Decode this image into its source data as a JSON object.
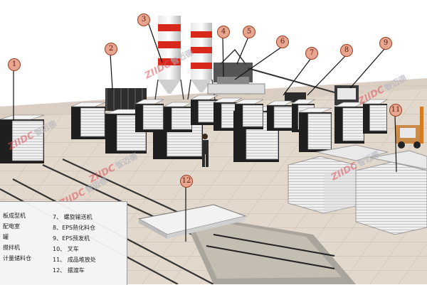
{
  "markers": [
    {
      "id": "1",
      "label": "1"
    },
    {
      "id": "2",
      "label": "2"
    },
    {
      "id": "3",
      "label": "3"
    },
    {
      "id": "4",
      "label": "4"
    },
    {
      "id": "5",
      "label": "5"
    },
    {
      "id": "6",
      "label": "6"
    },
    {
      "id": "7",
      "label": "7"
    },
    {
      "id": "8",
      "label": "8"
    },
    {
      "id": "9",
      "label": "9"
    },
    {
      "id": "11",
      "label": "11"
    },
    {
      "id": "12",
      "label": "12"
    }
  ],
  "watermark": {
    "brand": "ZIIDC",
    "cn": "智迈德"
  },
  "legend": {
    "left": [
      "板成型机",
      "配电室",
      "罐",
      "搅拌机",
      "计量储料仓"
    ],
    "right": [
      "7、 螺旋输送机",
      "8、EPS熟化料仓",
      "9、EPS预发机",
      "10、 叉车",
      "11、 成品堆放处",
      "12、 摆渡车"
    ]
  },
  "colors": {
    "silo_red": "#d8281c",
    "floor": "#e2d7cc",
    "marker_fill": "#e8a58f",
    "marker_border": "#9a3d24"
  }
}
